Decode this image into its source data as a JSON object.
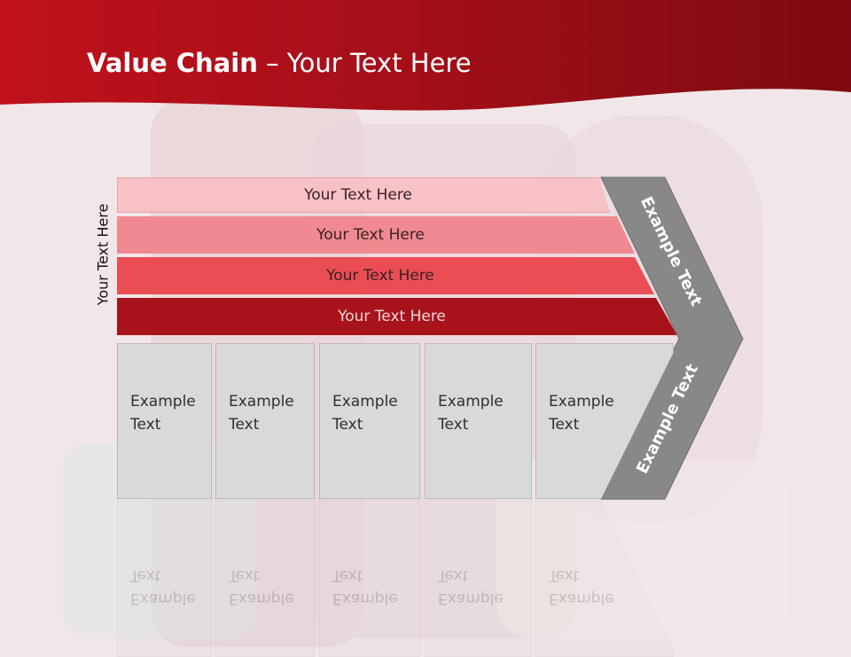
{
  "title": {
    "bold": "Value Chain",
    "rest": " – Your Text Here"
  },
  "side_label": "Your Text Here",
  "bands": [
    "Your Text Here",
    "Your Text Here",
    "Your Text Here",
    "Your Text Here"
  ],
  "columns": [
    "Example Text",
    "Example Text",
    "Example Text",
    "Example Text",
    "Example Text"
  ],
  "chevron": {
    "upper": "Example Text",
    "lower": "Example Text"
  },
  "colors": {
    "header": "#a30f18",
    "band1": "#f8c1c6",
    "band2": "#f08a90",
    "band3": "#ea4d54",
    "band4": "#a8131b",
    "chevron": "#878787",
    "column": "#d9d9d9"
  }
}
